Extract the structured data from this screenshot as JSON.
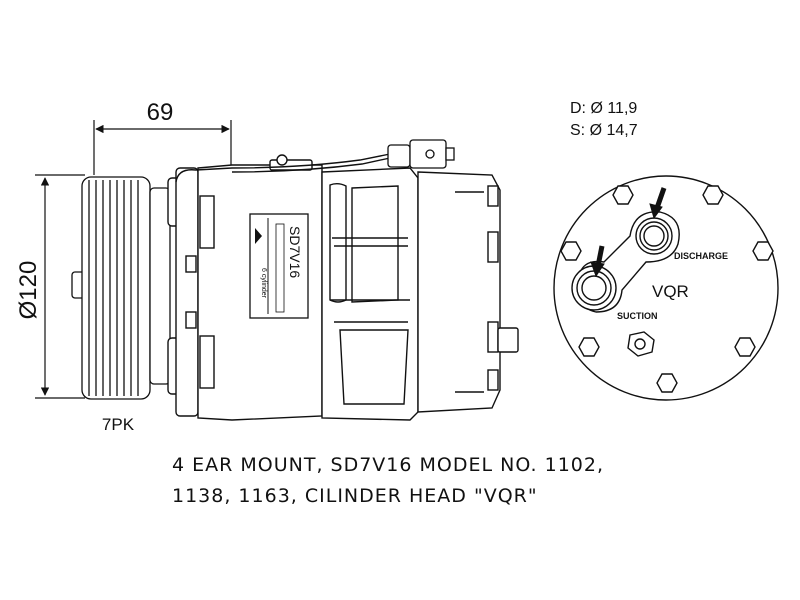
{
  "dimensions": {
    "width_value": "69",
    "diameter_value": "Ø120",
    "belt_label": "7PK"
  },
  "ports": {
    "discharge_size": "D: Ø 11,9",
    "suction_size": "S: Ø 14,7",
    "discharge_label": "DISCHARGE",
    "suction_label": "SUCTION",
    "head_label": "VQR"
  },
  "nameplate": {
    "model": "SD7V16",
    "subtitle": "6 cylinder"
  },
  "caption": {
    "line1": "4 EAR MOUNT, SD7V16 MODEL NO. 1102,",
    "line2": "1138, 1163, CILINDER HEAD \"VQR\""
  }
}
